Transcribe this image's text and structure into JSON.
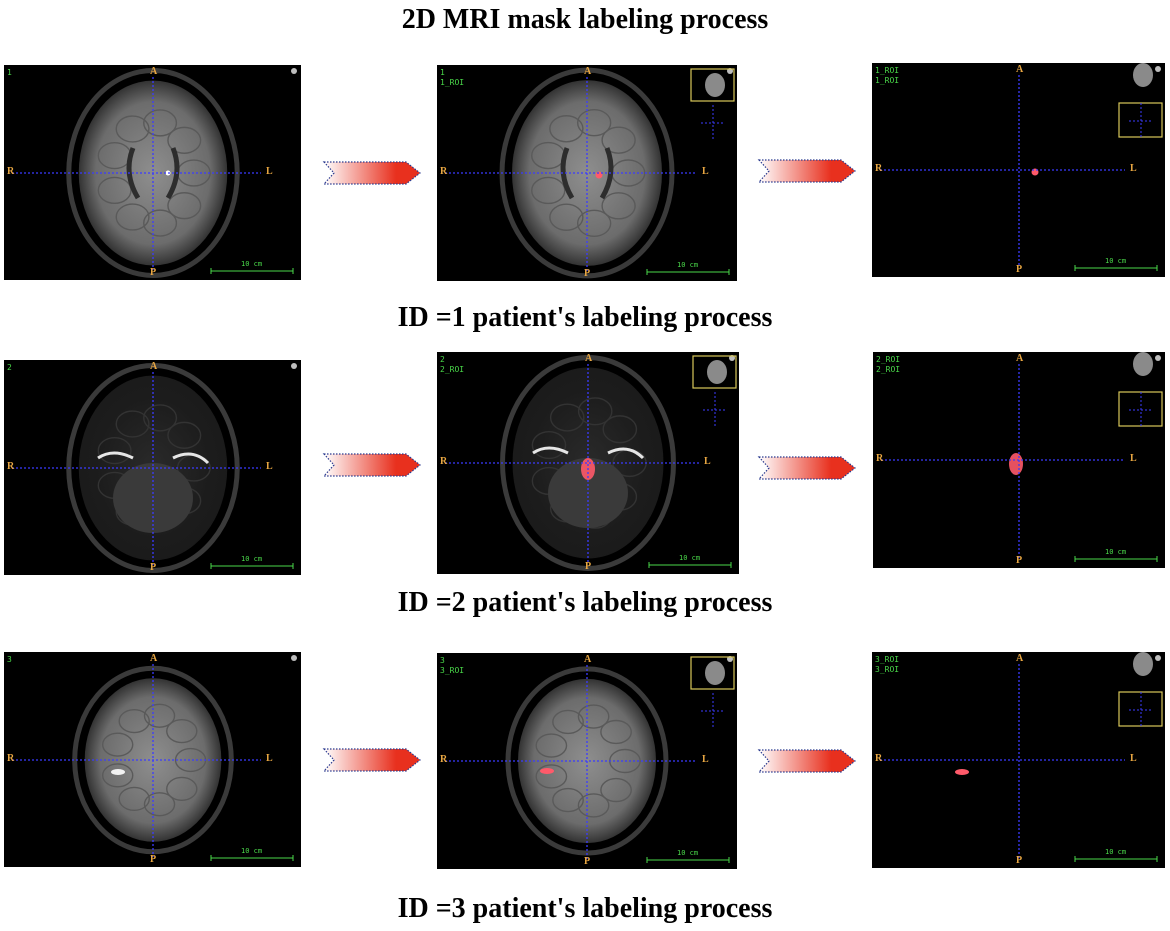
{
  "headings": {
    "title": "2D MRI mask labeling process",
    "row1": "ID =1  patient's labeling process",
    "row2": "ID =2 patient's labeling process",
    "row3": "ID =3 patient's labeling process"
  },
  "orientation": {
    "anterior": "A",
    "posterior": "P",
    "right": "R",
    "left": "L"
  },
  "scale_bar": "10 cm",
  "rows": [
    {
      "original": {
        "label": "1"
      },
      "overlay": {
        "label": "1\n1_ROI"
      },
      "mask": {
        "label": "1_ROI\n1_ROI"
      }
    },
    {
      "original": {
        "label": "2"
      },
      "overlay": {
        "label": "2\n2_ROI"
      },
      "mask": {
        "label": "2_ROI\n2_ROI"
      }
    },
    {
      "original": {
        "label": "3"
      },
      "overlay": {
        "label": "3\n3_ROI"
      },
      "mask": {
        "label": "3_ROI\n3_ROI"
      }
    }
  ],
  "colors": {
    "crosshair": "#3b3bff",
    "orientation": "#e8a642",
    "overlay_text": "#4ad94a",
    "lesion": "#ff5a6a",
    "arrow": "#e8301e",
    "navigator_box": "#d8c85a"
  }
}
